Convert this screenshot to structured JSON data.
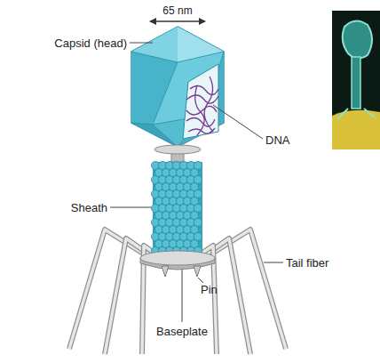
{
  "diagram": {
    "labels": [
      "65 nm",
      "Capsid (head)",
      "DNA",
      "Sheath",
      "Tail fiber",
      "Pin",
      "Baseplate"
    ]
  }
}
